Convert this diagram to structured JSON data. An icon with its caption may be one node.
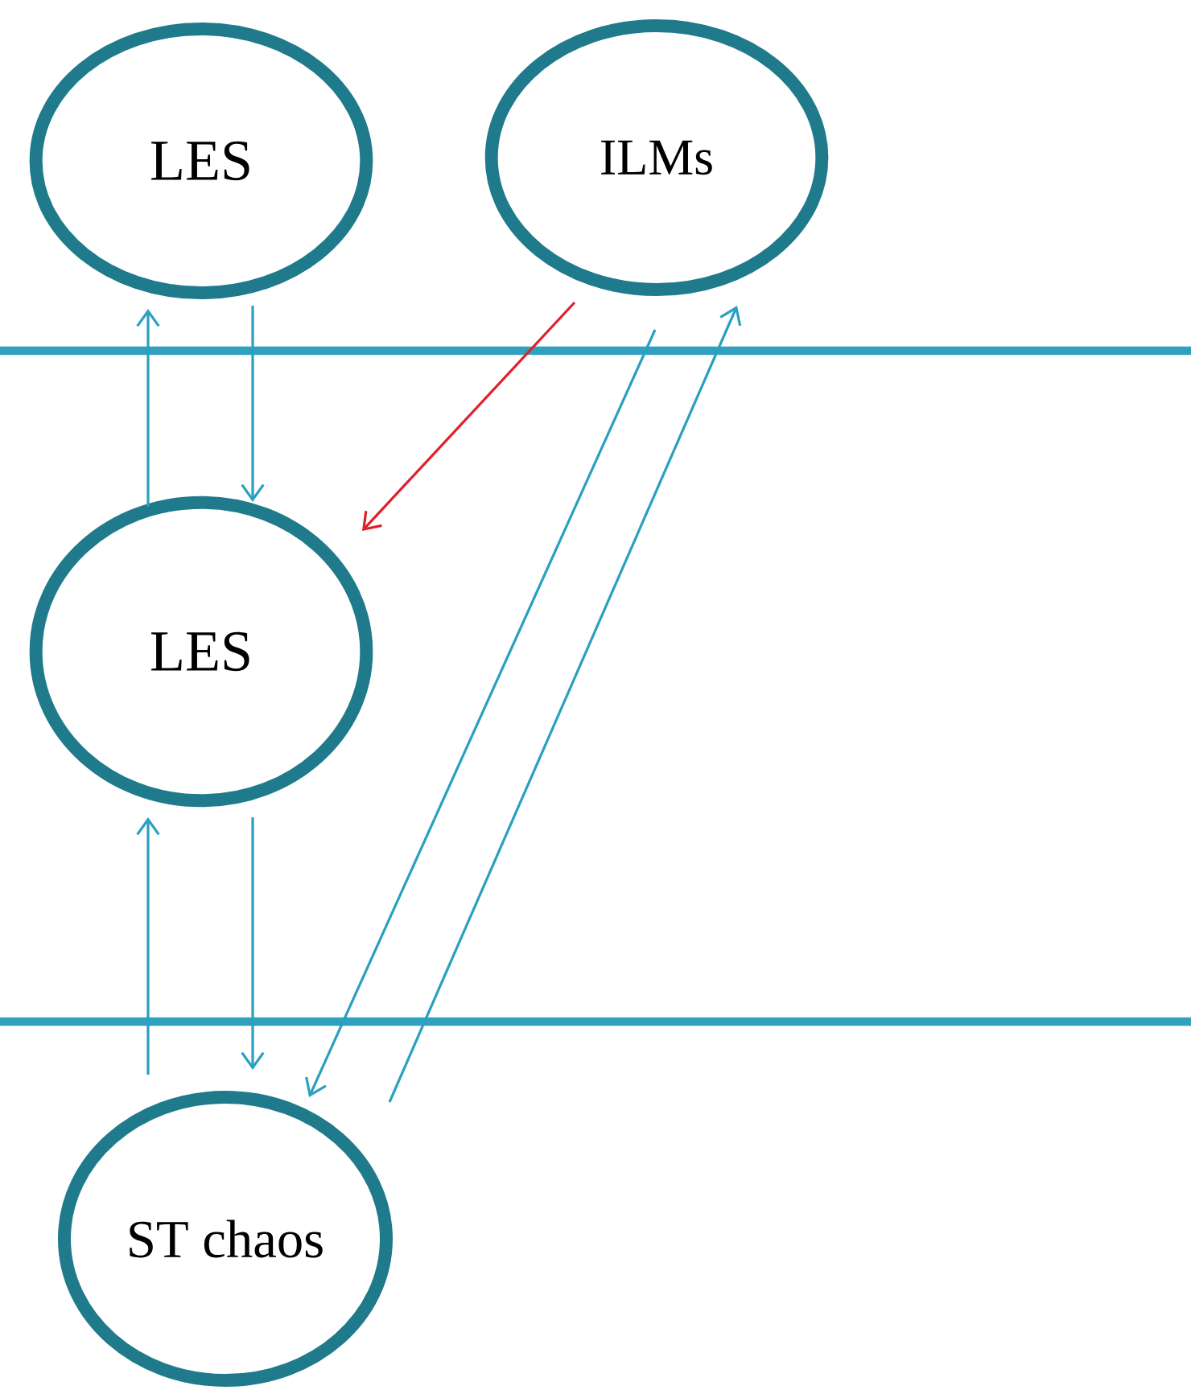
{
  "diagram": {
    "nodes": [
      {
        "text": [
          "LES"
        ]
      },
      {
        "text": [
          "ILMs"
        ]
      },
      {
        "text": [
          "LES"
        ]
      },
      {
        "text": [
          "ST chaos"
        ]
      }
    ],
    "edges": [
      {
        "from": 2,
        "to": 0,
        "arrow": "to"
      },
      {
        "from": 0,
        "to": 2,
        "arrow": "to"
      },
      {
        "from": 1,
        "to": 2,
        "arrow": "to",
        "color": "#e0202a"
      },
      {
        "from": 1,
        "to": 3,
        "arrow": "to"
      },
      {
        "from": 3,
        "to": 1,
        "arrow": "to"
      },
      {
        "from": 3,
        "to": 2,
        "arrow": "to"
      },
      {
        "from": 2,
        "to": 3,
        "arrow": "to"
      }
    ]
  }
}
